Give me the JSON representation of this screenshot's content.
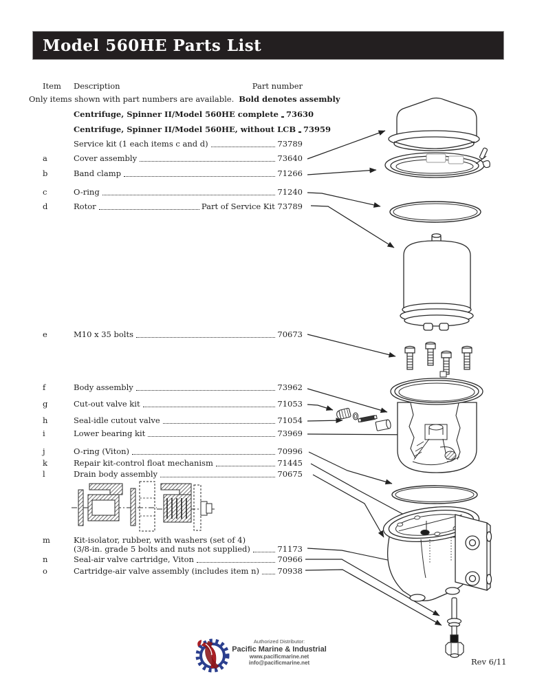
{
  "title": "Model 560HE Parts List",
  "columns": {
    "item": "Item",
    "description": "Description",
    "part": "Part number"
  },
  "note": {
    "text": "Only items shown with part numbers are available.",
    "bold": "Bold denotes assembly"
  },
  "rows": [
    {
      "item": "",
      "desc": "Centrifuge, Spinner II/Model 560HE complete",
      "part": "73630",
      "bold": true
    },
    {
      "item": "",
      "desc": "Centrifuge, Spinner II/Model 560HE, without LCB",
      "part": "73959",
      "bold": true
    },
    {
      "item": "",
      "desc": "Service kit (1 each items c and d)",
      "part": "73789"
    },
    {
      "item": "a",
      "desc": "Cover assembly",
      "part": "73640"
    },
    {
      "item": "b",
      "desc": "Band clamp",
      "part": "71266"
    },
    {
      "item": "c",
      "desc": "O-ring",
      "part": "71240"
    },
    {
      "item": "d",
      "desc": "Rotor",
      "part": "Part of Service Kit 73789"
    },
    {
      "item": "e",
      "desc": "M10 x 35 bolts",
      "part": "70673"
    },
    {
      "item": "f",
      "desc": "Body assembly",
      "part": "73962"
    },
    {
      "item": "g",
      "desc": "Cut-out valve kit",
      "part": "71053"
    },
    {
      "item": "h",
      "desc": "Seal-idle cutout valve",
      "part": "71054"
    },
    {
      "item": "i",
      "desc": "Lower bearing kit",
      "part": "73969"
    },
    {
      "item": "j",
      "desc": "O-ring (Viton)",
      "part": "70996"
    },
    {
      "item": "k",
      "desc": "Repair kit-control float mechanism",
      "part": "71445"
    },
    {
      "item": "l",
      "desc": "Drain body assembly",
      "part": "70675"
    },
    {
      "item": "m",
      "desc": "Kit-isolator, rubber, with washers (set of 4)",
      "desc2": "(3/8-in. grade 5 bolts and nuts not supplied)",
      "part": "71173"
    },
    {
      "item": "n",
      "desc": "Seal-air valve cartridge, Viton",
      "part": "70966"
    },
    {
      "item": "o",
      "desc": "Cartridge-air valve assembly (includes item n)",
      "part": "70938"
    }
  ],
  "footer": {
    "authorized": "Authorized Distributor:",
    "company": "Pacific Marine & Industrial",
    "website": "www.pacificmarine.net",
    "email": "info@pacificmarine.net",
    "rev": "Rev 6/11"
  },
  "colors": {
    "header_bar": "#231f20",
    "ink": "#222222",
    "logo_blue": "#2b3f8e",
    "logo_red": "#ab1f24"
  }
}
